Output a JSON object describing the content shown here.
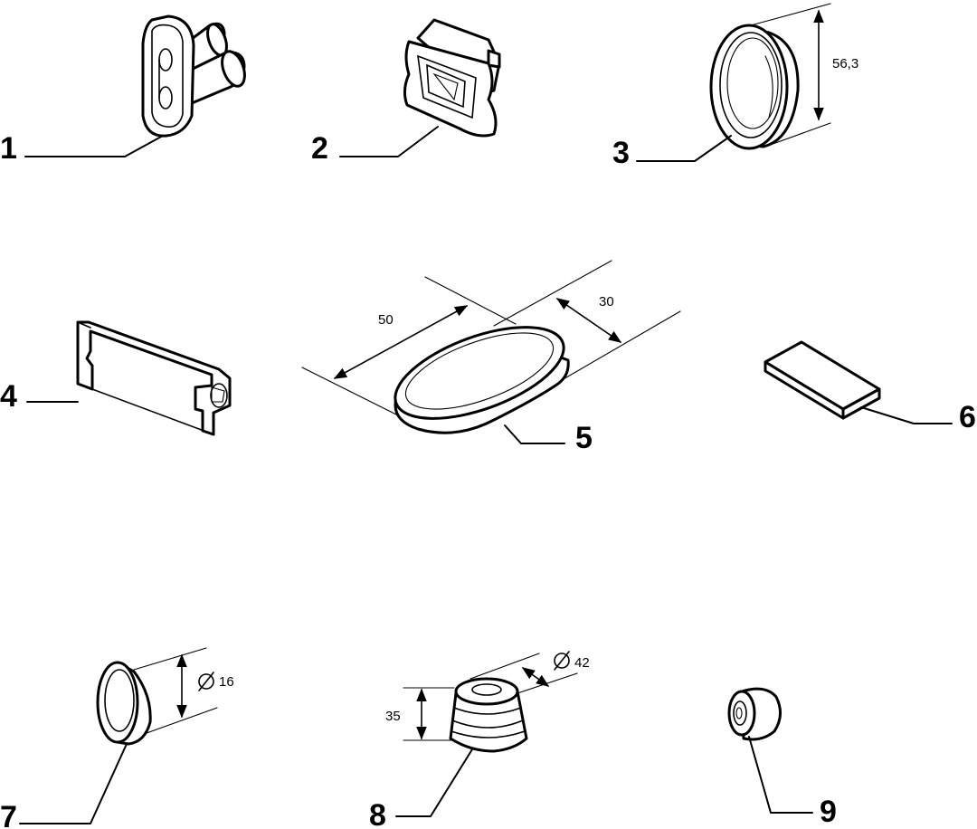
{
  "colors": {
    "line": "#000000",
    "background": "#ffffff"
  },
  "parts": [
    {
      "label": "1"
    },
    {
      "label": "2"
    },
    {
      "label": "3",
      "dimension": "56,3"
    },
    {
      "label": "4"
    },
    {
      "label": "5",
      "dimension_length": "50",
      "dimension_width": "30"
    },
    {
      "label": "6"
    },
    {
      "label": "7",
      "dimension": "16",
      "dimension_symbol": "diameter-icon"
    },
    {
      "label": "8",
      "dimension_height": "35",
      "dimension_diameter": "42",
      "dimension_symbol": "diameter-icon"
    },
    {
      "label": "9"
    }
  ]
}
